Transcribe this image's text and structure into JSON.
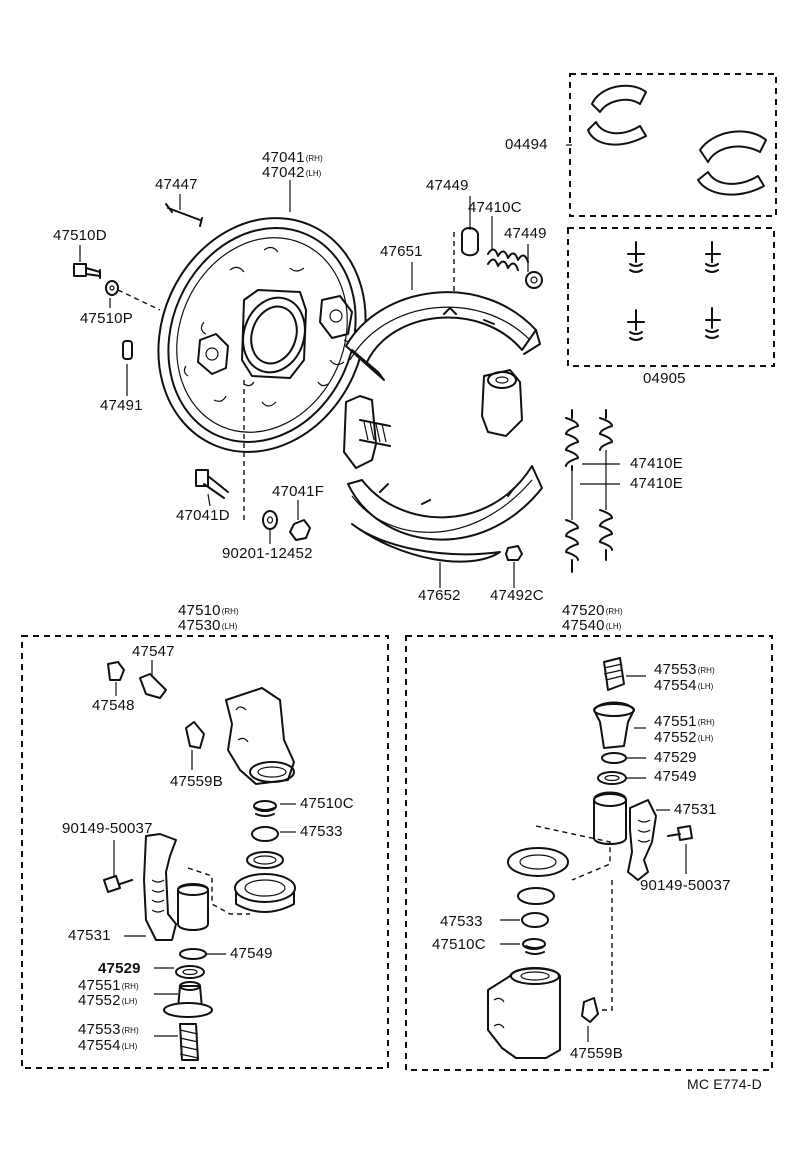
{
  "diagram_code": "MC E774-D",
  "labels": {
    "p04494": "04494",
    "p04905": "04905",
    "p47041": "47041",
    "p47042": "47042",
    "p47447": "47447",
    "p47449a": "47449",
    "p47410c": "47410C",
    "p47449b": "47449",
    "p47510d": "47510D",
    "p47651": "47651",
    "p47510p": "47510P",
    "p47491": "47491",
    "p47410e_a": "47410E",
    "p47410e_b": "47410E",
    "p47041d": "47041D",
    "p47041f": "47041F",
    "p90201": "90201-12452",
    "p47652": "47652",
    "p47492c": "47492C",
    "p47510": "47510",
    "p47530": "47530",
    "p47520": "47520",
    "p47540": "47540",
    "l47547": "47547",
    "l47548": "47548",
    "l47559b": "47559B",
    "l47510c": "47510C",
    "l47533": "47533",
    "l90149": "90149-50037",
    "l47531": "47531",
    "l47549": "47549",
    "l47529": "47529",
    "l47551": "47551",
    "l47552": "47552",
    "l47553": "47553",
    "l47554": "47554",
    "r47553": "47553",
    "r47554": "47554",
    "r47551": "47551",
    "r47552": "47552",
    "r47529": "47529",
    "r47549": "47549",
    "r47531": "47531",
    "r90149": "90149-50037",
    "r47533": "47533",
    "r47510c": "47510C",
    "r47559b": "47559B"
  },
  "side_marks": {
    "rh": "(RH)",
    "lh": "(LH)"
  }
}
